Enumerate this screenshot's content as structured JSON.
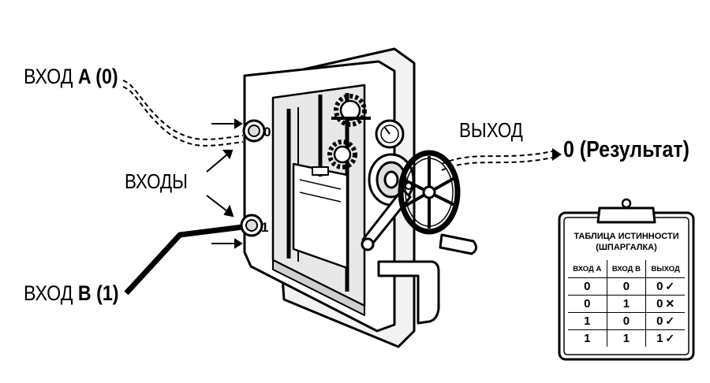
{
  "labels": {
    "input_a_prefix": "ВХОД ",
    "input_a_name": "A (0)",
    "input_b_prefix": "ВХОД ",
    "input_b_name": "B (1)",
    "inputs": "ВХОДЫ",
    "output": "ВЫХОД",
    "result": "0 (Результат)"
  },
  "port_labels": {
    "top": "0",
    "bottom": "1"
  },
  "truth_table": {
    "title_line1": "ТАБЛИЦА ИСТИННОСТИ",
    "title_line2": "(ШПАРГАЛКА)",
    "headers": [
      "ВХОД А",
      "ВХОД В",
      "ВЫХОД"
    ],
    "rows": [
      {
        "a": "0",
        "b": "0",
        "out": "0",
        "mark": "✓"
      },
      {
        "a": "0",
        "b": "1",
        "out": "0",
        "mark": "✕"
      },
      {
        "a": "1",
        "b": "0",
        "out": "0",
        "mark": "✓"
      },
      {
        "a": "1",
        "b": "1",
        "out": "1",
        "mark": "✓"
      }
    ]
  }
}
